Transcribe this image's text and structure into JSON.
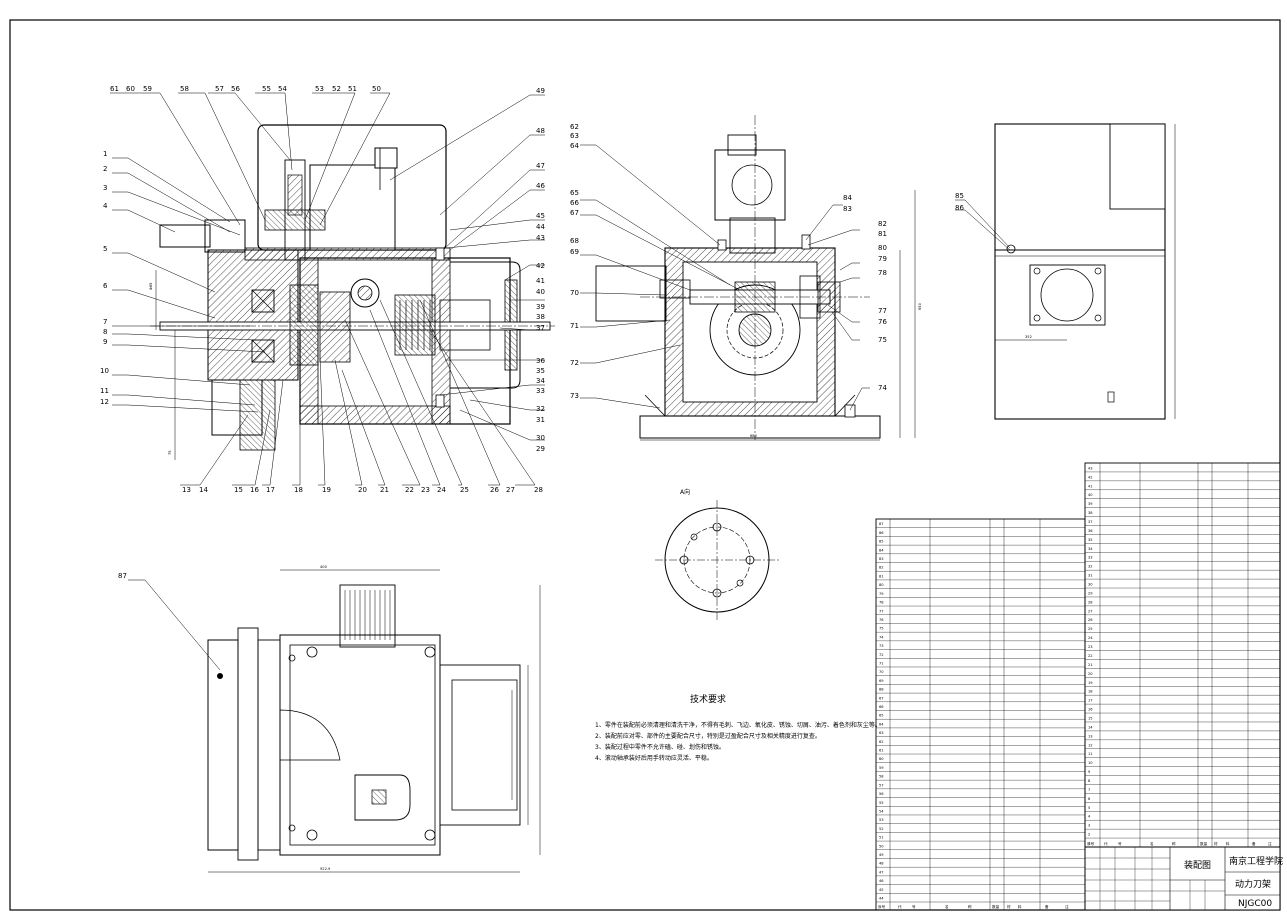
{
  "drawing": {
    "view_label": "A向",
    "tech_title": "技术要求",
    "tech_notes": [
      "1、零件在装配前必须清理和清洗干净，不得有毛刺、飞边、氧化皮、锈蚀、切屑、油污、着色剂和灰尘等。",
      "2、装配前应对零、部件的主要配合尺寸，特别是过盈配合尺寸及相关精度进行复查。",
      "3、装配过程中零件不允许磕、碰、划伤和锈蚀。",
      "4、滚动轴承装好后用手转动应灵活、平稳。"
    ],
    "title_block": {
      "drawing_type": "装配图",
      "school": "南京工程学院",
      "name": "动力刀架",
      "code": "NJGC00"
    },
    "callouts_left": [
      "1",
      "2",
      "3",
      "4",
      "5",
      "6",
      "7",
      "8",
      "9",
      "10",
      "11",
      "12"
    ],
    "callouts_top_left": [
      "61",
      "60",
      "59",
      "58",
      "57",
      "56",
      "55",
      "54",
      "53",
      "52",
      "51",
      "50"
    ],
    "callouts_bottom": [
      "13",
      "14",
      "15",
      "16",
      "17",
      "18",
      "19",
      "20",
      "21",
      "22",
      "23",
      "24",
      "25",
      "26",
      "27",
      "28"
    ],
    "callouts_right": [
      "49",
      "48",
      "47",
      "46",
      "45",
      "44",
      "43",
      "42",
      "41",
      "40",
      "39",
      "38",
      "37",
      "36",
      "35",
      "34",
      "33",
      "32",
      "31",
      "30",
      "29"
    ],
    "callouts_mid": [
      "62",
      "63",
      "64",
      "65",
      "66",
      "67",
      "68",
      "69",
      "70",
      "71",
      "72",
      "73",
      "74",
      "75",
      "76",
      "77",
      "78",
      "79",
      "80",
      "81",
      "82",
      "83",
      "84"
    ],
    "callouts_side": [
      "85",
      "86"
    ],
    "callout_plan": "87",
    "dims": {
      "front_top": "680",
      "right_height": "650",
      "plan_width": "400",
      "plan_total": "922.9",
      "side_width": "352"
    },
    "bom_header_left": [
      "序号",
      "代",
      "号",
      "名",
      "称",
      "数量",
      "材",
      "料",
      "备",
      "注"
    ],
    "bom_header_right": [
      "序号",
      "代",
      "号",
      "名",
      "称",
      "数量",
      "材",
      "料",
      "备",
      "注"
    ],
    "bom_left_nos": [
      "87",
      "86",
      "85",
      "84",
      "83",
      "82",
      "81",
      "80",
      "79",
      "78",
      "77",
      "76",
      "75",
      "74",
      "73",
      "72",
      "71",
      "70",
      "69",
      "68",
      "67",
      "66",
      "65",
      "64",
      "63",
      "62",
      "61",
      "60",
      "59",
      "58",
      "57",
      "56",
      "55",
      "54",
      "53",
      "52",
      "51",
      "50",
      "49",
      "48",
      "47",
      "46",
      "45",
      "44"
    ],
    "bom_right_nos": [
      "43",
      "42",
      "41",
      "40",
      "39",
      "38",
      "37",
      "36",
      "35",
      "34",
      "33",
      "32",
      "31",
      "30",
      "29",
      "28",
      "27",
      "26",
      "25",
      "24",
      "23",
      "22",
      "21",
      "20",
      "19",
      "18",
      "17",
      "16",
      "15",
      "14",
      "13",
      "12",
      "11",
      "10",
      "9",
      "8",
      "7",
      "6",
      "5",
      "4",
      "3",
      "2",
      "1"
    ]
  }
}
